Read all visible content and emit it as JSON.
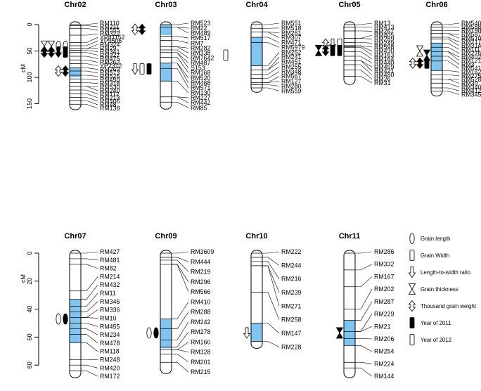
{
  "colors": {
    "qtl_region": "#80c4ef",
    "line": "#000000",
    "filled": "#000000",
    "open": "#ffffff"
  },
  "axis_unit": "cM",
  "row1": {
    "ticks": [
      "0",
      "50",
      "100",
      "150"
    ],
    "max_cm": 160
  },
  "row2": {
    "ticks": [
      "0",
      "20",
      "40",
      "60",
      "80"
    ],
    "max_cm": 90
  },
  "chromosomes": [
    {
      "id": "chr02",
      "name": "Chr02",
      "row": 1,
      "length": 156,
      "regions": [
        [
          48,
          50
        ],
        [
          82,
          100
        ]
      ],
      "lines": [
        0,
        2,
        7,
        20,
        34,
        40,
        46,
        49,
        53,
        60,
        67,
        74,
        82,
        88,
        96,
        103,
        110,
        117,
        124,
        131,
        138,
        144,
        151
      ],
      "markers": [
        "RM110",
        "RM211",
        "RM555",
        "RM322",
        "YP81152",
        "YP9506",
        "RM324",
        "RM29",
        "RM341",
        "RM327",
        "RM475",
        "RM262",
        "YP2312",
        "RM263",
        "RM573",
        "RM525",
        "RM450",
        "RM318",
        "RM530",
        "RM240",
        "RM112",
        "RM213",
        "RM406",
        "RM48",
        "RM138"
      ],
      "icons": [
        {
          "type": "thick",
          "fill": "open",
          "cm": 41,
          "col": 0
        },
        {
          "type": "thick",
          "fill": "open",
          "cm": 41,
          "col": 1
        },
        {
          "type": "len",
          "fill": "open",
          "cm": 41,
          "col": 2
        },
        {
          "type": "len",
          "fill": "open",
          "cm": 41,
          "col": 3
        },
        {
          "type": "tgw",
          "fill": "filled",
          "cm": 52,
          "col": 0
        },
        {
          "type": "tgw",
          "fill": "filled",
          "cm": 52,
          "col": 1
        },
        {
          "type": "ratio",
          "fill": "filled",
          "cm": 52,
          "col": 2
        },
        {
          "type": "width",
          "fill": "filled",
          "cm": 52,
          "col": 3
        },
        {
          "type": "tgw",
          "fill": "open",
          "cm": 88,
          "col": 2
        },
        {
          "type": "tgw",
          "fill": "filled",
          "cm": 88,
          "col": 3
        }
      ]
    },
    {
      "id": "chr03",
      "name": "Chr03",
      "row": 1,
      "length": 155,
      "regions": [
        [
          0,
          20
        ],
        [
          73,
          107
        ]
      ],
      "lines": [
        0,
        5,
        22,
        30,
        42,
        48,
        53,
        62,
        73,
        83,
        107,
        137,
        147
      ],
      "markers": [
        "RM523",
        "RM22",
        "RM489",
        "RM517",
        "RM7",
        "RM282",
        "RM338",
        "RM7642",
        "RM487",
        "S153",
        "RM168",
        "RM520",
        "RM468",
        "RM571",
        "RM130",
        "RM227",
        "RM442",
        "RM85"
      ],
      "icons": [
        {
          "type": "tgw",
          "fill": "open",
          "cm": 9,
          "col": 0
        },
        {
          "type": "tgw",
          "fill": "filled",
          "cm": 9,
          "col": 1
        },
        {
          "type": "ratio",
          "fill": "open",
          "cm": 84,
          "col": 0
        },
        {
          "type": "width",
          "fill": "open",
          "cm": 84,
          "col": 1
        },
        {
          "type": "width",
          "fill": "filled",
          "cm": 84,
          "col": 2
        }
      ]
    },
    {
      "id": "chr04",
      "name": "Chr04",
      "row": 1,
      "length": 123,
      "regions": [
        [
          24,
          78
        ]
      ],
      "lines": [
        0,
        7,
        14,
        24,
        34,
        78,
        86,
        94,
        102,
        110,
        114,
        120
      ],
      "markers": [
        "RM551",
        "RM518",
        "RM261",
        "RM307",
        "RM471",
        "RM5979",
        "RM252",
        "RM241",
        "RM451",
        "RM255",
        "RM348",
        "RM567",
        "RM127",
        "RM280",
        "RM559"
      ],
      "icons": [
        {
          "type": "width",
          "fill": "open",
          "cm": 58,
          "col": 0
        }
      ]
    },
    {
      "id": "chr05",
      "name": "Chr05",
      "row": 1,
      "length": 108,
      "regions": [
        [
          40,
          43
        ]
      ],
      "lines": [
        0,
        5,
        12,
        26,
        34,
        40,
        41,
        43,
        51,
        60,
        68,
        76,
        86,
        98
      ],
      "markers": [
        "RM13",
        "RM413",
        "RM267",
        "RM405",
        "RM289",
        "RM249",
        "RM598",
        "RM430",
        "RM163",
        "RM164",
        "RM440",
        "RM459",
        "RM421",
        "RM480",
        "RM26",
        "RM31"
      ],
      "icons": [
        {
          "type": "tgw",
          "fill": "open",
          "cm": 37,
          "col": 1
        },
        {
          "type": "ratio",
          "fill": "open",
          "cm": 37,
          "col": 2
        },
        {
          "type": "width",
          "fill": "open",
          "cm": 37,
          "col": 3
        },
        {
          "type": "thick",
          "fill": "filled",
          "cm": 49,
          "col": 0
        },
        {
          "type": "tgw",
          "fill": "filled",
          "cm": 49,
          "col": 1
        },
        {
          "type": "width",
          "fill": "filled",
          "cm": 49,
          "col": 2
        },
        {
          "type": "width",
          "fill": "filled",
          "cm": 49,
          "col": 3
        }
      ]
    },
    {
      "id": "chr06",
      "name": "Chr06",
      "row": 1,
      "length": 130,
      "regions": [
        [
          35,
          87
        ]
      ],
      "lines": [
        0,
        5,
        11,
        17,
        24,
        27,
        35,
        43,
        51,
        60,
        69,
        87,
        95,
        103,
        111,
        120,
        126
      ],
      "markers": [
        "RM540",
        "RM588",
        "RM190",
        "RM587",
        "RM510",
        "RM217",
        "RM314",
        "RM111",
        "RM276",
        "RM402",
        "RM121",
        "RM3",
        "RM541",
        "RM162",
        "RM275",
        "RM528",
        "RM30",
        "RM340",
        "RM412",
        "RM345"
      ],
      "icons": [
        {
          "type": "thick",
          "fill": "open",
          "cm": 50,
          "col": 2
        },
        {
          "type": "thick",
          "fill": "filled",
          "cm": 58,
          "col": 3
        },
        {
          "type": "tgw",
          "fill": "open",
          "cm": 73,
          "col": 1
        },
        {
          "type": "tgw",
          "fill": "filled",
          "cm": 73,
          "col": 2
        },
        {
          "type": "width",
          "fill": "filled",
          "cm": 73,
          "col": 3
        }
      ]
    },
    {
      "id": "chr07",
      "name": "Chr07",
      "row": 2,
      "length": 87,
      "regions": [
        [
          33,
          64
        ]
      ],
      "lines": [
        0,
        4,
        8,
        27,
        33,
        38,
        42,
        46,
        50,
        54,
        58,
        64,
        76,
        80,
        84
      ],
      "markers": [
        "RM427",
        "RM481",
        "RM82",
        "RM214",
        "RM432",
        "RM11",
        "RM346",
        "RM336",
        "RM10",
        "RM455",
        "RM234",
        "RM478",
        "RM118",
        "RM248",
        "RM420",
        "RM172"
      ],
      "icons": [
        {
          "type": "len",
          "fill": "open",
          "cm": 47,
          "col": 2
        },
        {
          "type": "len",
          "fill": "filled",
          "cm": 47,
          "col": 3
        }
      ]
    },
    {
      "id": "chr09",
      "name": "Chr09",
      "row": 2,
      "length": 84,
      "regions": [
        [
          47,
          68
        ]
      ],
      "lines": [
        0,
        3,
        5,
        8,
        47,
        54,
        62,
        67,
        69,
        72,
        78
      ],
      "markers": [
        "RM3609",
        "RM444",
        "RM219",
        "RM296",
        "RM566",
        "RM410",
        "RM288",
        "RM242",
        "RM278",
        "RM160",
        "RM328",
        "RM201",
        "RM215"
      ],
      "icons": [
        {
          "type": "len",
          "fill": "open",
          "cm": 57,
          "col": 2
        },
        {
          "type": "len",
          "fill": "filled",
          "cm": 57,
          "col": 3
        }
      ]
    },
    {
      "id": "chr10",
      "name": "Chr10",
      "row": 2,
      "length": 66,
      "regions": [
        [
          50,
          63
        ]
      ],
      "lines": [
        0,
        3,
        6,
        9,
        28,
        50,
        63
      ],
      "markers": [
        "RM222",
        "RM244",
        "RM216",
        "RM239",
        "RM271",
        "RM258",
        "RM147",
        "RM228"
      ],
      "icons": [
        {
          "type": "ratio",
          "fill": "open",
          "cm": 57,
          "col": 3
        }
      ]
    },
    {
      "id": "chr11",
      "name": "Chr11",
      "row": 2,
      "length": 87,
      "regions": [
        [
          48,
          66
        ]
      ],
      "lines": [
        0,
        12,
        24,
        40,
        48,
        56,
        61,
        66,
        78,
        82
      ],
      "markers": [
        "RM286",
        "RM332",
        "RM167",
        "RM202",
        "RM287",
        "RM229",
        "RM21",
        "RM206",
        "RM254",
        "RM224",
        "RM144"
      ],
      "icons": [
        {
          "type": "thick",
          "fill": "filled",
          "cm": 57,
          "col": 3
        }
      ]
    }
  ],
  "legend": [
    {
      "type": "len",
      "fill": "open",
      "label": "Grain length"
    },
    {
      "type": "width",
      "fill": "open",
      "label": "Grain Width"
    },
    {
      "type": "ratio",
      "fill": "open",
      "label": "Length-to-width ratio"
    },
    {
      "type": "thick",
      "fill": "open",
      "label": "Grain thickness"
    },
    {
      "type": "tgw",
      "fill": "open",
      "label": "Thousand grain weight"
    },
    {
      "type": "width",
      "fill": "filled",
      "label": "Year of 2011"
    },
    {
      "type": "width",
      "fill": "open",
      "label": "Year of 2012"
    }
  ]
}
